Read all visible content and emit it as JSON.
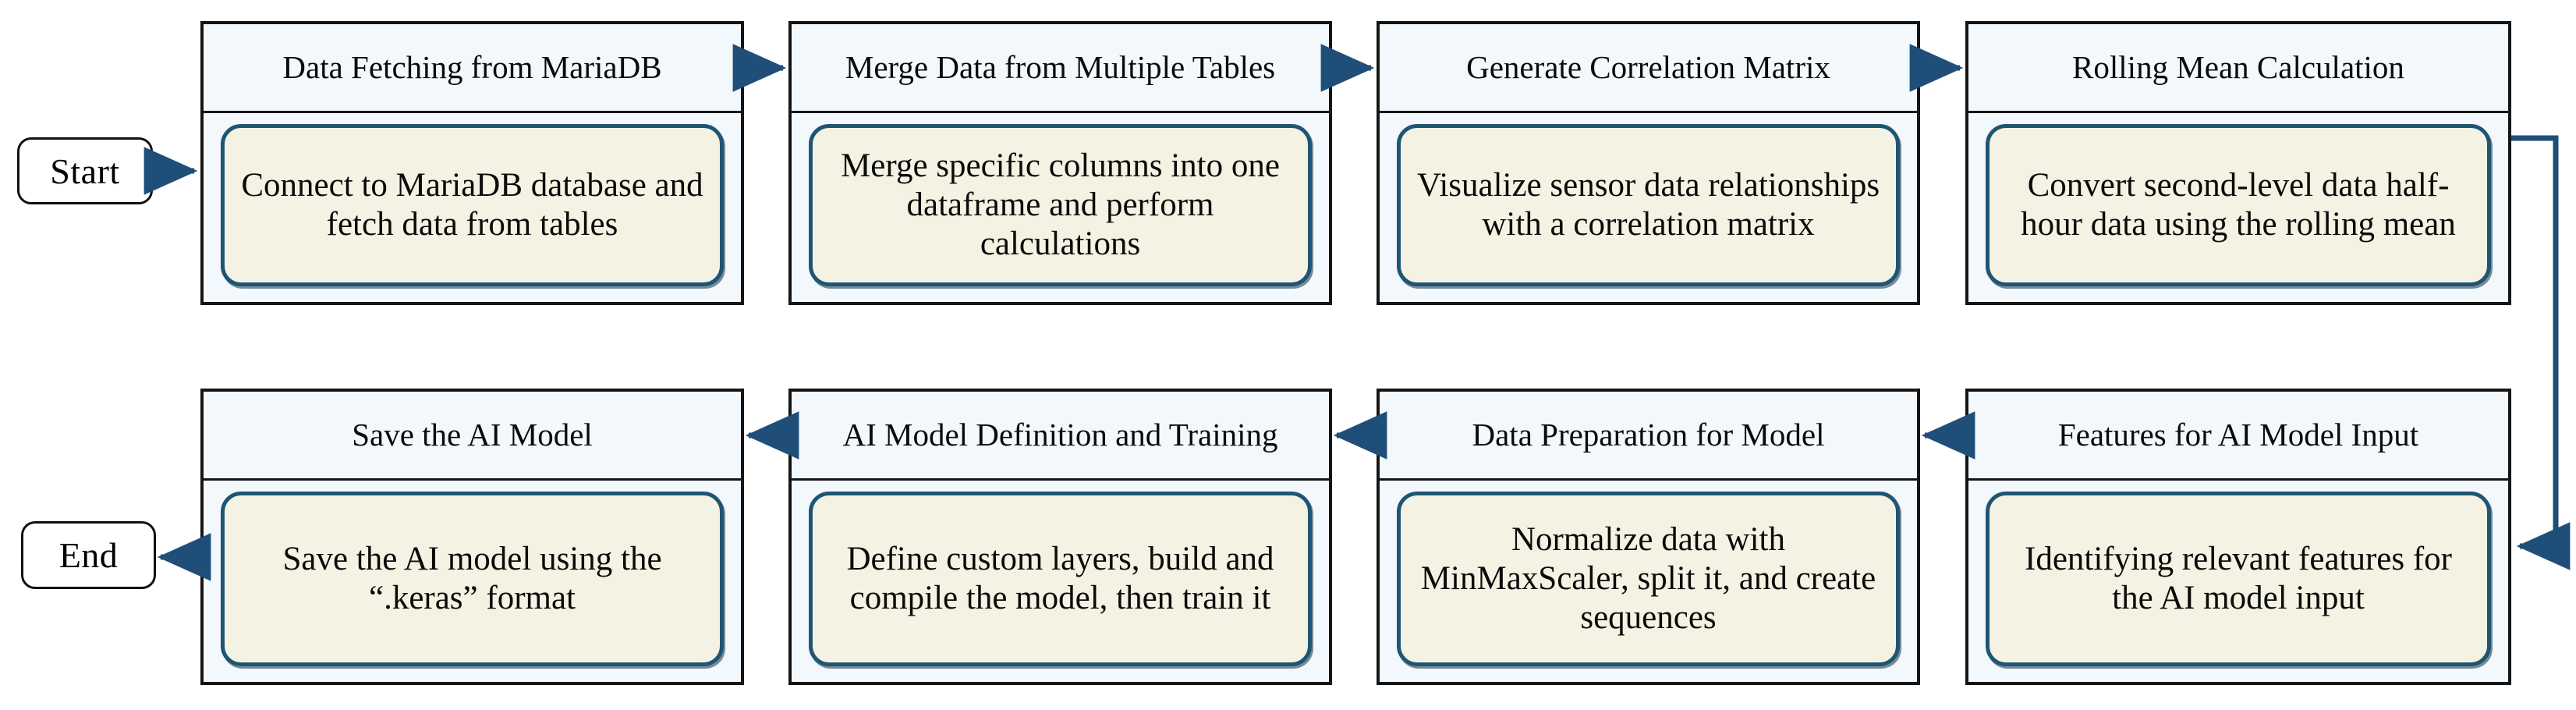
{
  "diagram": {
    "title": "AI Model Pipeline Flowchart",
    "colors": {
      "stage_border": "#151515",
      "stage_background": "#f2f8fc",
      "inner_card_background": "#f4f3e3",
      "inner_card_border": "#1f5573",
      "connector": "#1f4e79",
      "terminator_border": "#111111",
      "text": "#0b0b0b"
    },
    "terminators": [
      {
        "id": "start",
        "label": "Start"
      },
      {
        "id": "end",
        "label": "End"
      }
    ],
    "stages": [
      {
        "id": "data-fetching-from-mariadb",
        "header": "Data Fetching from MariaDB",
        "description": "Connect to MariaDB database and fetch data from tables"
      },
      {
        "id": "merge-data-from-multiple-tables",
        "header": "Merge Data from Multiple Tables",
        "description": "Merge specific columns into one dataframe and perform calculations"
      },
      {
        "id": "generate-correlation-matrix",
        "header": "Generate Correlation Matrix",
        "description": "Visualize sensor data relationships with a correlation matrix"
      },
      {
        "id": "rolling-mean-calculation",
        "header": "Rolling Mean Calculation",
        "description": "Convert second-level data half-hour data using the rolling mean"
      },
      {
        "id": "features-for-ai-model-input",
        "header": "Features for AI Model Input",
        "description": "Identifying relevant features for the AI model input"
      },
      {
        "id": "data-preparation-for-model",
        "header": "Data Preparation for Model",
        "description": "Normalize data with MinMaxScaler, split it, and create sequences"
      },
      {
        "id": "ai-model-definition-and-training",
        "header": "AI Model Definition and Training",
        "description": "Define custom layers, build and compile the model, then train it"
      },
      {
        "id": "save-the-ai-model",
        "header": "Save the AI Model",
        "description": "Save the AI model using the “.keras” format"
      }
    ],
    "connections": [
      {
        "id": "start-to-data-fetching",
        "from": "start",
        "to": "data-fetching-from-mariadb",
        "direction": "right"
      },
      {
        "id": "data-fetching-to-merge",
        "from": "data-fetching-from-mariadb",
        "to": "merge-data-from-multiple-tables",
        "direction": "right"
      },
      {
        "id": "merge-to-correlation",
        "from": "merge-data-from-multiple-tables",
        "to": "generate-correlation-matrix",
        "direction": "right"
      },
      {
        "id": "correlation-to-rolling-mean",
        "from": "generate-correlation-matrix",
        "to": "rolling-mean-calculation",
        "direction": "right"
      },
      {
        "id": "rolling-mean-to-features",
        "from": "rolling-mean-calculation",
        "to": "features-for-ai-model-input",
        "direction": "wrap-down-left"
      },
      {
        "id": "features-to-data-preparation",
        "from": "features-for-ai-model-input",
        "to": "data-preparation-for-model",
        "direction": "left"
      },
      {
        "id": "data-preparation-to-ai-model",
        "from": "data-preparation-for-model",
        "to": "ai-model-definition-and-training",
        "direction": "left"
      },
      {
        "id": "ai-model-to-save",
        "from": "ai-model-definition-and-training",
        "to": "save-the-ai-model",
        "direction": "left"
      },
      {
        "id": "save-to-end",
        "from": "save-the-ai-model",
        "to": "end",
        "direction": "left"
      }
    ]
  }
}
